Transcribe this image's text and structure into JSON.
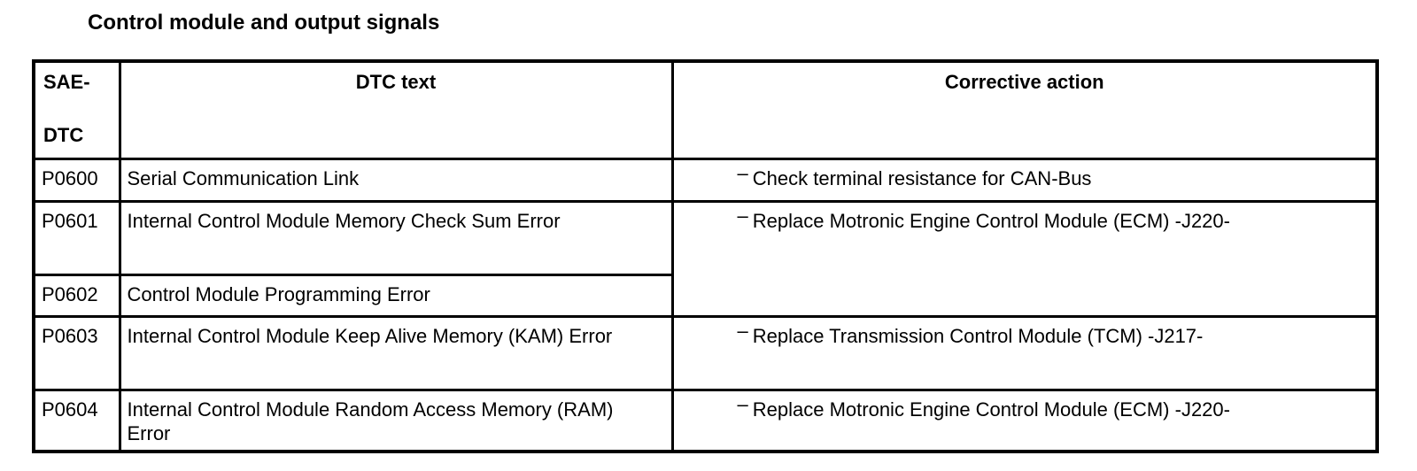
{
  "title": "Control module and output signals",
  "colors": {
    "text": "#000000",
    "border": "#000000",
    "background": "#ffffff"
  },
  "table": {
    "bullet": "–",
    "headers": {
      "sae_line1": "SAE-",
      "sae_line2": "DTC",
      "dtc_text": "DTC text",
      "corrective_action": "Corrective action"
    },
    "rows": [
      {
        "code": "P0600",
        "dtc_text": "Serial Communication Link",
        "action": "Check terminal resistance for CAN-Bus"
      },
      {
        "code": "P0601",
        "dtc_text": "Internal Control Module Memory Check Sum Error",
        "action": "Replace Motronic Engine Control Module (ECM) -J220-"
      },
      {
        "code": "P0602",
        "dtc_text": "Control Module Programming Error"
      },
      {
        "code": "P0603",
        "dtc_text": "Internal Control Module Keep Alive Memory (KAM) Error",
        "action": "Replace Transmission Control Module (TCM) -J217-"
      },
      {
        "code": "P0604",
        "dtc_text": "Internal Control Module Random Access Memory (RAM) Error",
        "action": "Replace Motronic Engine Control Module (ECM) -J220-"
      }
    ]
  }
}
